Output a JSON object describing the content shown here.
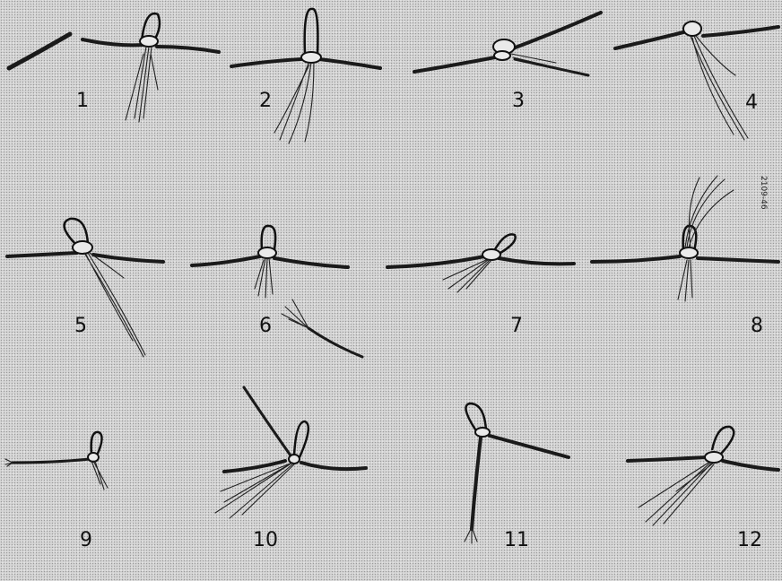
{
  "figure": {
    "labels": [
      "1",
      "2",
      "3",
      "4",
      "5",
      "6",
      "7",
      "8",
      "9",
      "10",
      "11",
      "12"
    ],
    "ref_code": "2109-46"
  }
}
